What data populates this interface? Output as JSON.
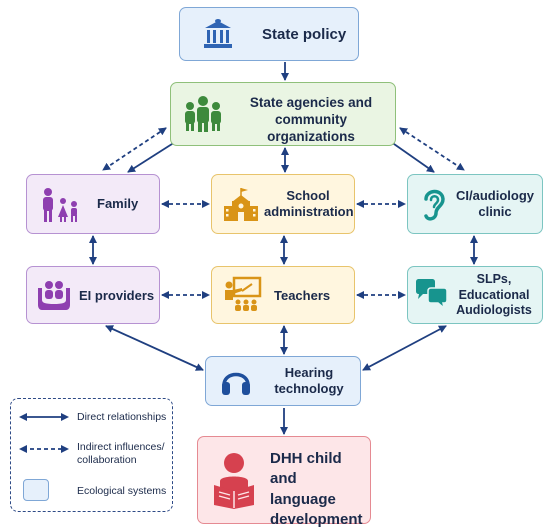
{
  "nodes": {
    "state_policy": "State policy",
    "state_agencies": "State agencies and community organizations",
    "family": "Family",
    "school_admin": "School administration",
    "clinic": "CI/audiology clinic",
    "ei_providers": "EI providers",
    "teachers": "Teachers",
    "slps": "SLPs, Educational Audiologists",
    "hearing_tech": "Hearing technology",
    "child": "DHH child and language development"
  },
  "legend": {
    "direct": "Direct relationships",
    "indirect": "Indirect influences/ collaboration",
    "systems": "Ecological systems"
  },
  "colors": {
    "arrow": "#1f3f80",
    "policy_fill": "#e6f0fb",
    "agencies_fill": "#eaf5e3",
    "family_fill": "#f3eaf8",
    "school_fill": "#fff6df",
    "clinic_fill": "#e5f5f4",
    "child_fill": "#fde6e8"
  },
  "icons": [
    "government-building-icon",
    "group-people-icon",
    "family-icon",
    "school-building-icon",
    "ear-icon",
    "hands-holding-people-icon",
    "teacher-board-icon",
    "speech-bubbles-icon",
    "headphones-icon",
    "child-reading-icon"
  ]
}
